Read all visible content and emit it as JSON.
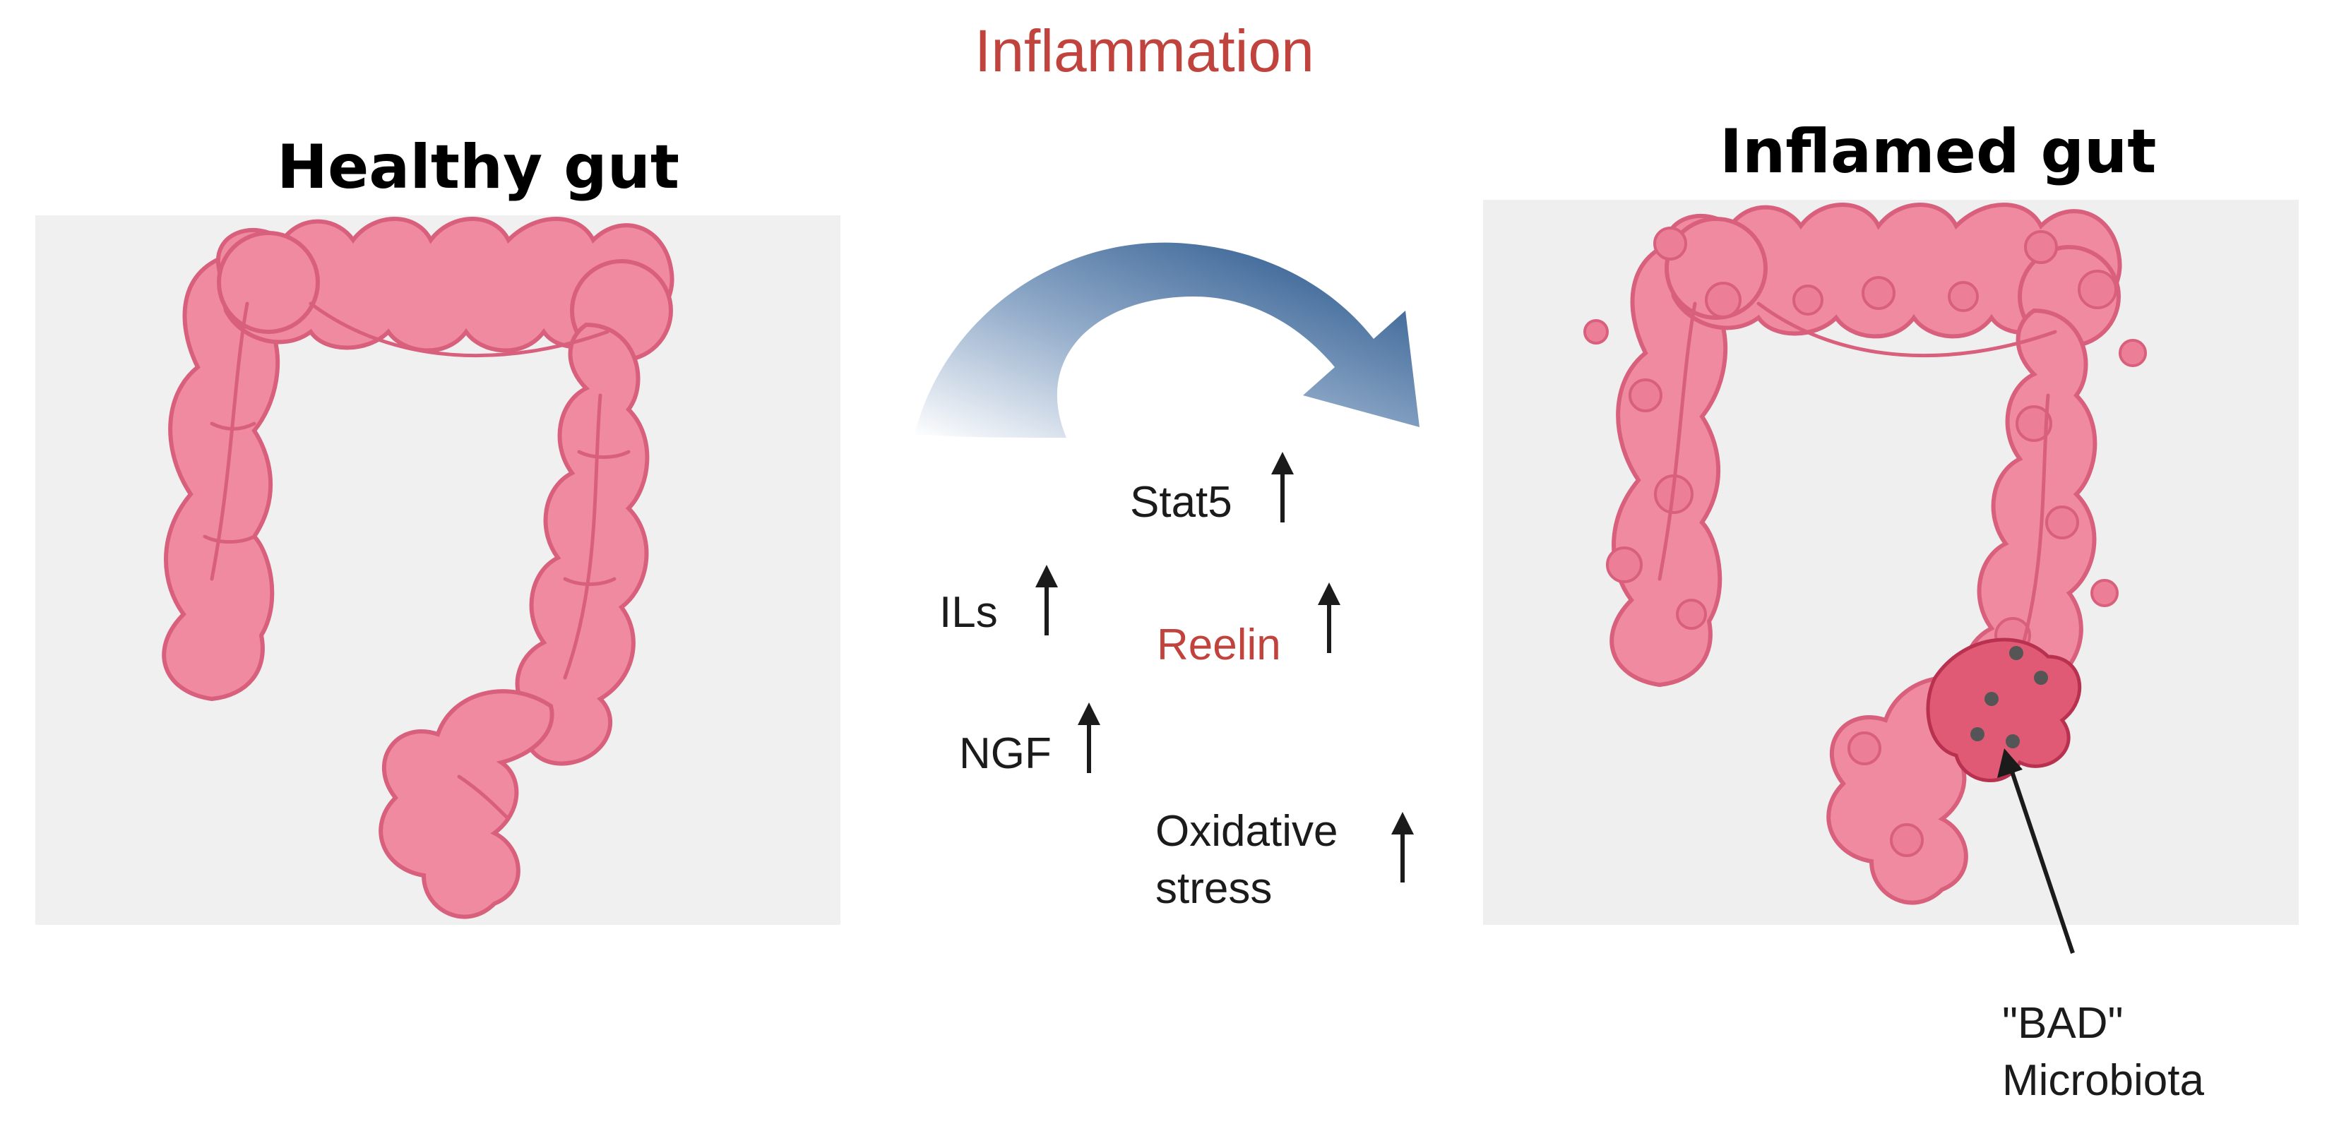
{
  "header": {
    "title": "Inflammation"
  },
  "panels": {
    "healthy": {
      "title": "Healthy gut"
    },
    "inflamed": {
      "title": "Inflamed gut"
    }
  },
  "markers": {
    "stat5": "Stat5",
    "ils": "ILs",
    "reelin": "Reelin",
    "ngf": "NGF",
    "oxidative": "Oxidative stress"
  },
  "callout": {
    "microbiota": "\"BAD\" Microbiota"
  },
  "colors": {
    "title_accent": "#c0443d",
    "reelin_accent": "#c0443d",
    "gut_fill": "#f08aa0",
    "gut_outline": "#d9607c",
    "panel_bg": "#f0f0f0",
    "arrow_dark": "#1f4f86",
    "arrow_light": "#ffffff"
  },
  "icons": {
    "transition_arrow": "curved-arrow-icon",
    "increase_arrow": "up-arrow-icon"
  }
}
